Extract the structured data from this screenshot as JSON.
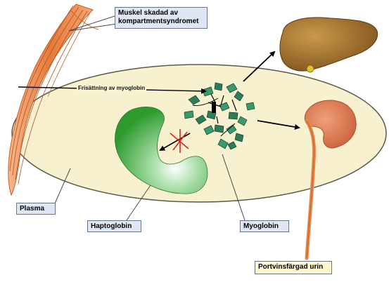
{
  "labels": {
    "muscle_line1": "Muskel skadad av",
    "muscle_line2": "kompartmentsyndromet",
    "release": "Frisättning av myoglobin",
    "plasma": "Plasma",
    "haptoglobin": "Haptoglobin",
    "myoglobin": "Myoglobin",
    "urine": "Portvinsfärgad urin"
  },
  "colors": {
    "plasma_fill": "#f7f1cf",
    "plasma_stroke": "#5a5a4a",
    "muscle": "#e8874a",
    "liver": "#9a6a2a",
    "kidney": "#e6825a",
    "ureter": "#e8874a",
    "haptoglobin": "#3aa33a",
    "myoglobin": "#2e7d5a",
    "block_cross": "#e02020",
    "label_bg": "#dfe6f4",
    "urine_label_bg": "#fff8cc"
  },
  "icons": [
    "muscle-icon",
    "liver-icon",
    "kidney-icon",
    "haptoglobin-icon",
    "myoglobin-icon",
    "block-cross-icon"
  ]
}
